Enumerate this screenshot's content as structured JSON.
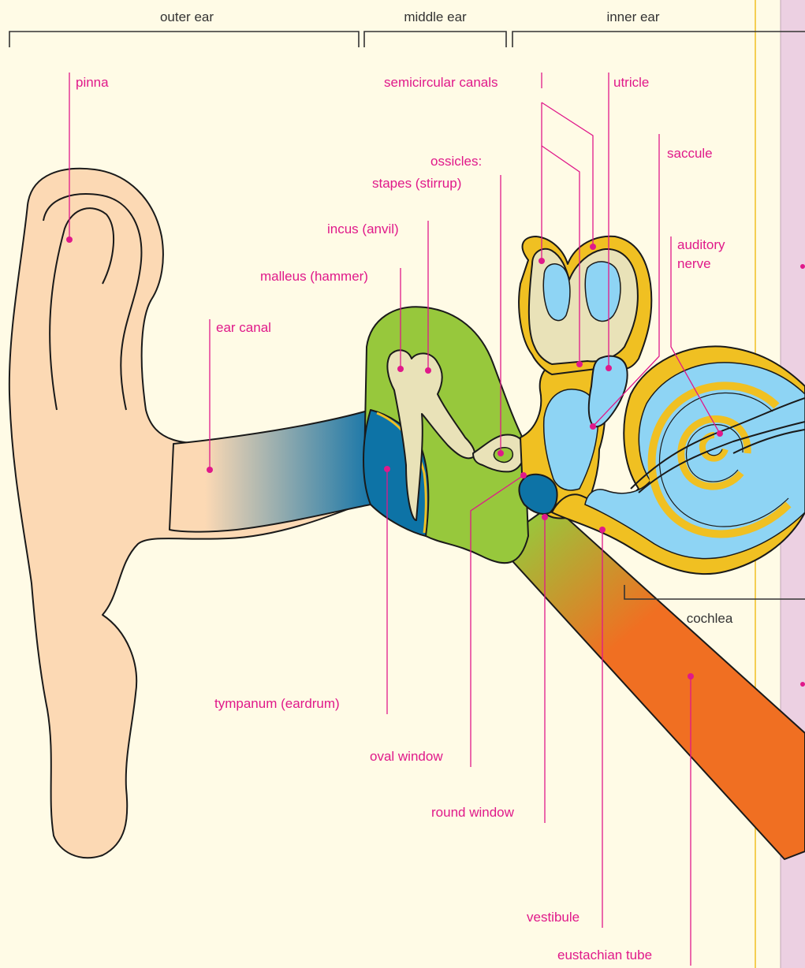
{
  "sections": {
    "outer": "outer ear",
    "middle": "middle ear",
    "inner": "inner ear"
  },
  "labels": {
    "pinna": "pinna",
    "semicircular_canals": "semicircular canals",
    "utricle": "utricle",
    "saccule": "saccule",
    "ossicles": "ossicles:",
    "stapes": "stapes (stirrup)",
    "incus": "incus (anvil)",
    "malleus": "malleus (hammer)",
    "auditory_nerve_1": "auditory",
    "auditory_nerve_2": "nerve",
    "ear_canal": "ear canal",
    "cochlea": "cochlea",
    "tympanum": "tympanum (eardrum)",
    "oval_window": "oval window",
    "round_window": "round window",
    "vestibule": "vestibule",
    "eustachian_tube": "eustachian tube"
  },
  "colors": {
    "background": "#fffbe6",
    "sidebar": "#ecd0e2",
    "label": "#e0198a",
    "pinna": "#fcd9b4",
    "middle_ear": "#97c83c",
    "eardrum": "#0d73a6",
    "bone": "#e9e2b8",
    "fluid": "#8ed4f4",
    "membrane": "#f0c022",
    "eustachian_tube": "#f06f22"
  }
}
